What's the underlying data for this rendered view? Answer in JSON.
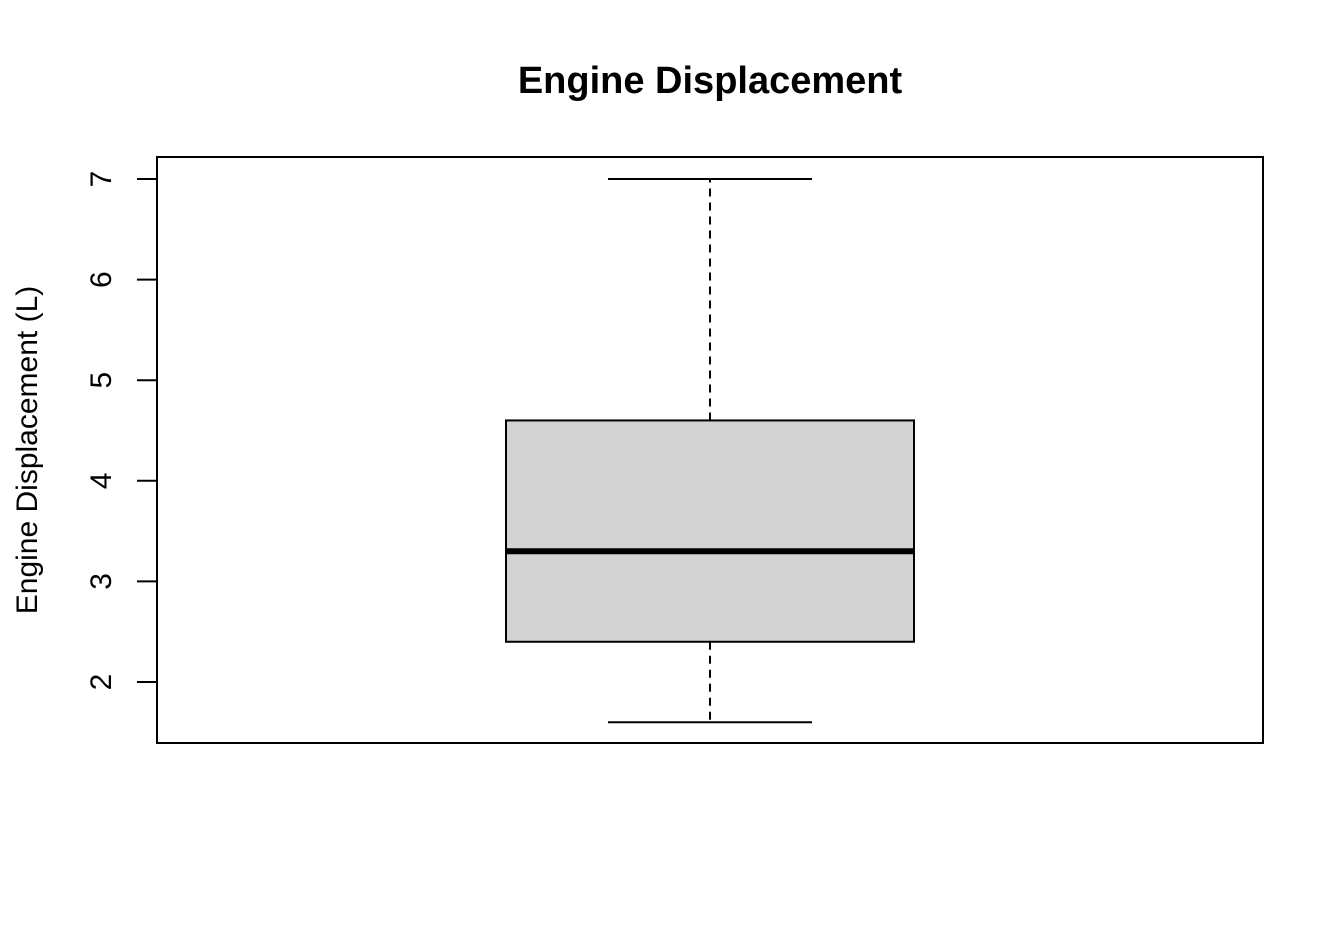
{
  "chart_data": {
    "type": "box",
    "title": "Engine Displacement",
    "xlabel": "",
    "ylabel": "Engine Displacement (L)",
    "ylim": [
      1.4,
      7.2
    ],
    "yticks": [
      2,
      3,
      4,
      5,
      6,
      7
    ],
    "grid": false,
    "box": {
      "min": 1.6,
      "q1": 2.4,
      "median": 3.3,
      "q3": 4.6,
      "max": 7.0
    },
    "colors": {
      "box_fill": "#d3d3d3",
      "stroke": "#000000"
    }
  }
}
